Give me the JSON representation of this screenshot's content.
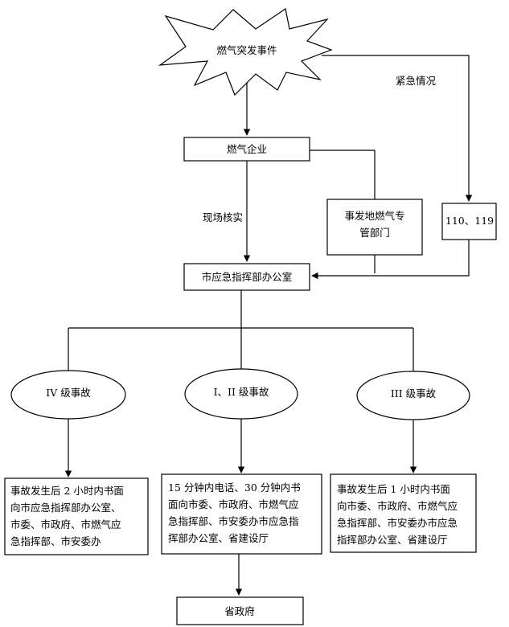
{
  "nodes": {
    "event": "燃气突发事件",
    "company": "燃气企业",
    "dept_line1": "事发地燃气专",
    "dept_line2": "管部门",
    "hotline": "110、119",
    "office": "市应急指挥部办公室",
    "grade_iv": "IV 级事故",
    "grade_i_ii": "I、II 级事故",
    "grade_iii": "III 级事故",
    "iv_report": [
      "事故发生后 2 小时内书面",
      "向市应急指挥部办公室、",
      "市委、市政府、市燃气应",
      "急指挥部、市安委办"
    ],
    "i_ii_report": [
      "15 分钟内电话、30 分钟内书",
      "面向市委、市政府、市燃气应",
      "急指挥部、市安委办市应急指",
      "挥部办公室、省建设厅"
    ],
    "iii_report": [
      "事故发生后 1 小时内书面",
      "向市委、市政府、市燃气应",
      "急指挥部、市安委办市应急",
      "指挥部办公室、省建设厅"
    ],
    "province": "省政府"
  },
  "edge_labels": {
    "emergency": "紧急情况",
    "verify": "现场核实"
  }
}
